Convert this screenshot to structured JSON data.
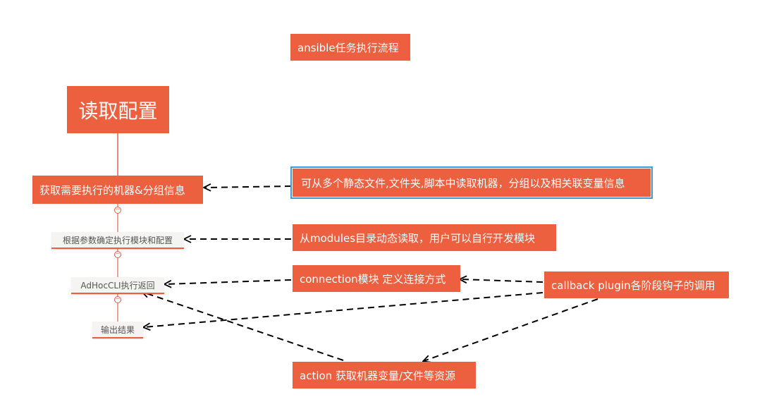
{
  "title": "ansible任务执行流程",
  "root": "读取配置",
  "main_steps": [
    "获取需要执行的机器&分组信息",
    "根据参数确定执行模块和配置",
    "AdHocCLI执行返回",
    "输出结果"
  ],
  "notes": {
    "inventory": "可从多个静态文件,文件夹,脚本中读取机器，分组以及相关联变量信息",
    "modules": "从modules目录动态读取，用户可以自行开发模块",
    "connection": "connection模块 定义连接方式",
    "callback": "callback plugin各阶段钩子的调用",
    "action": "action  获取机器变量/文件等资源"
  },
  "collapse_symbol": "−",
  "colors": {
    "accent": "#ec5f3f",
    "selection": "#3c9dd8",
    "sub_background": "#f6f4f2"
  }
}
